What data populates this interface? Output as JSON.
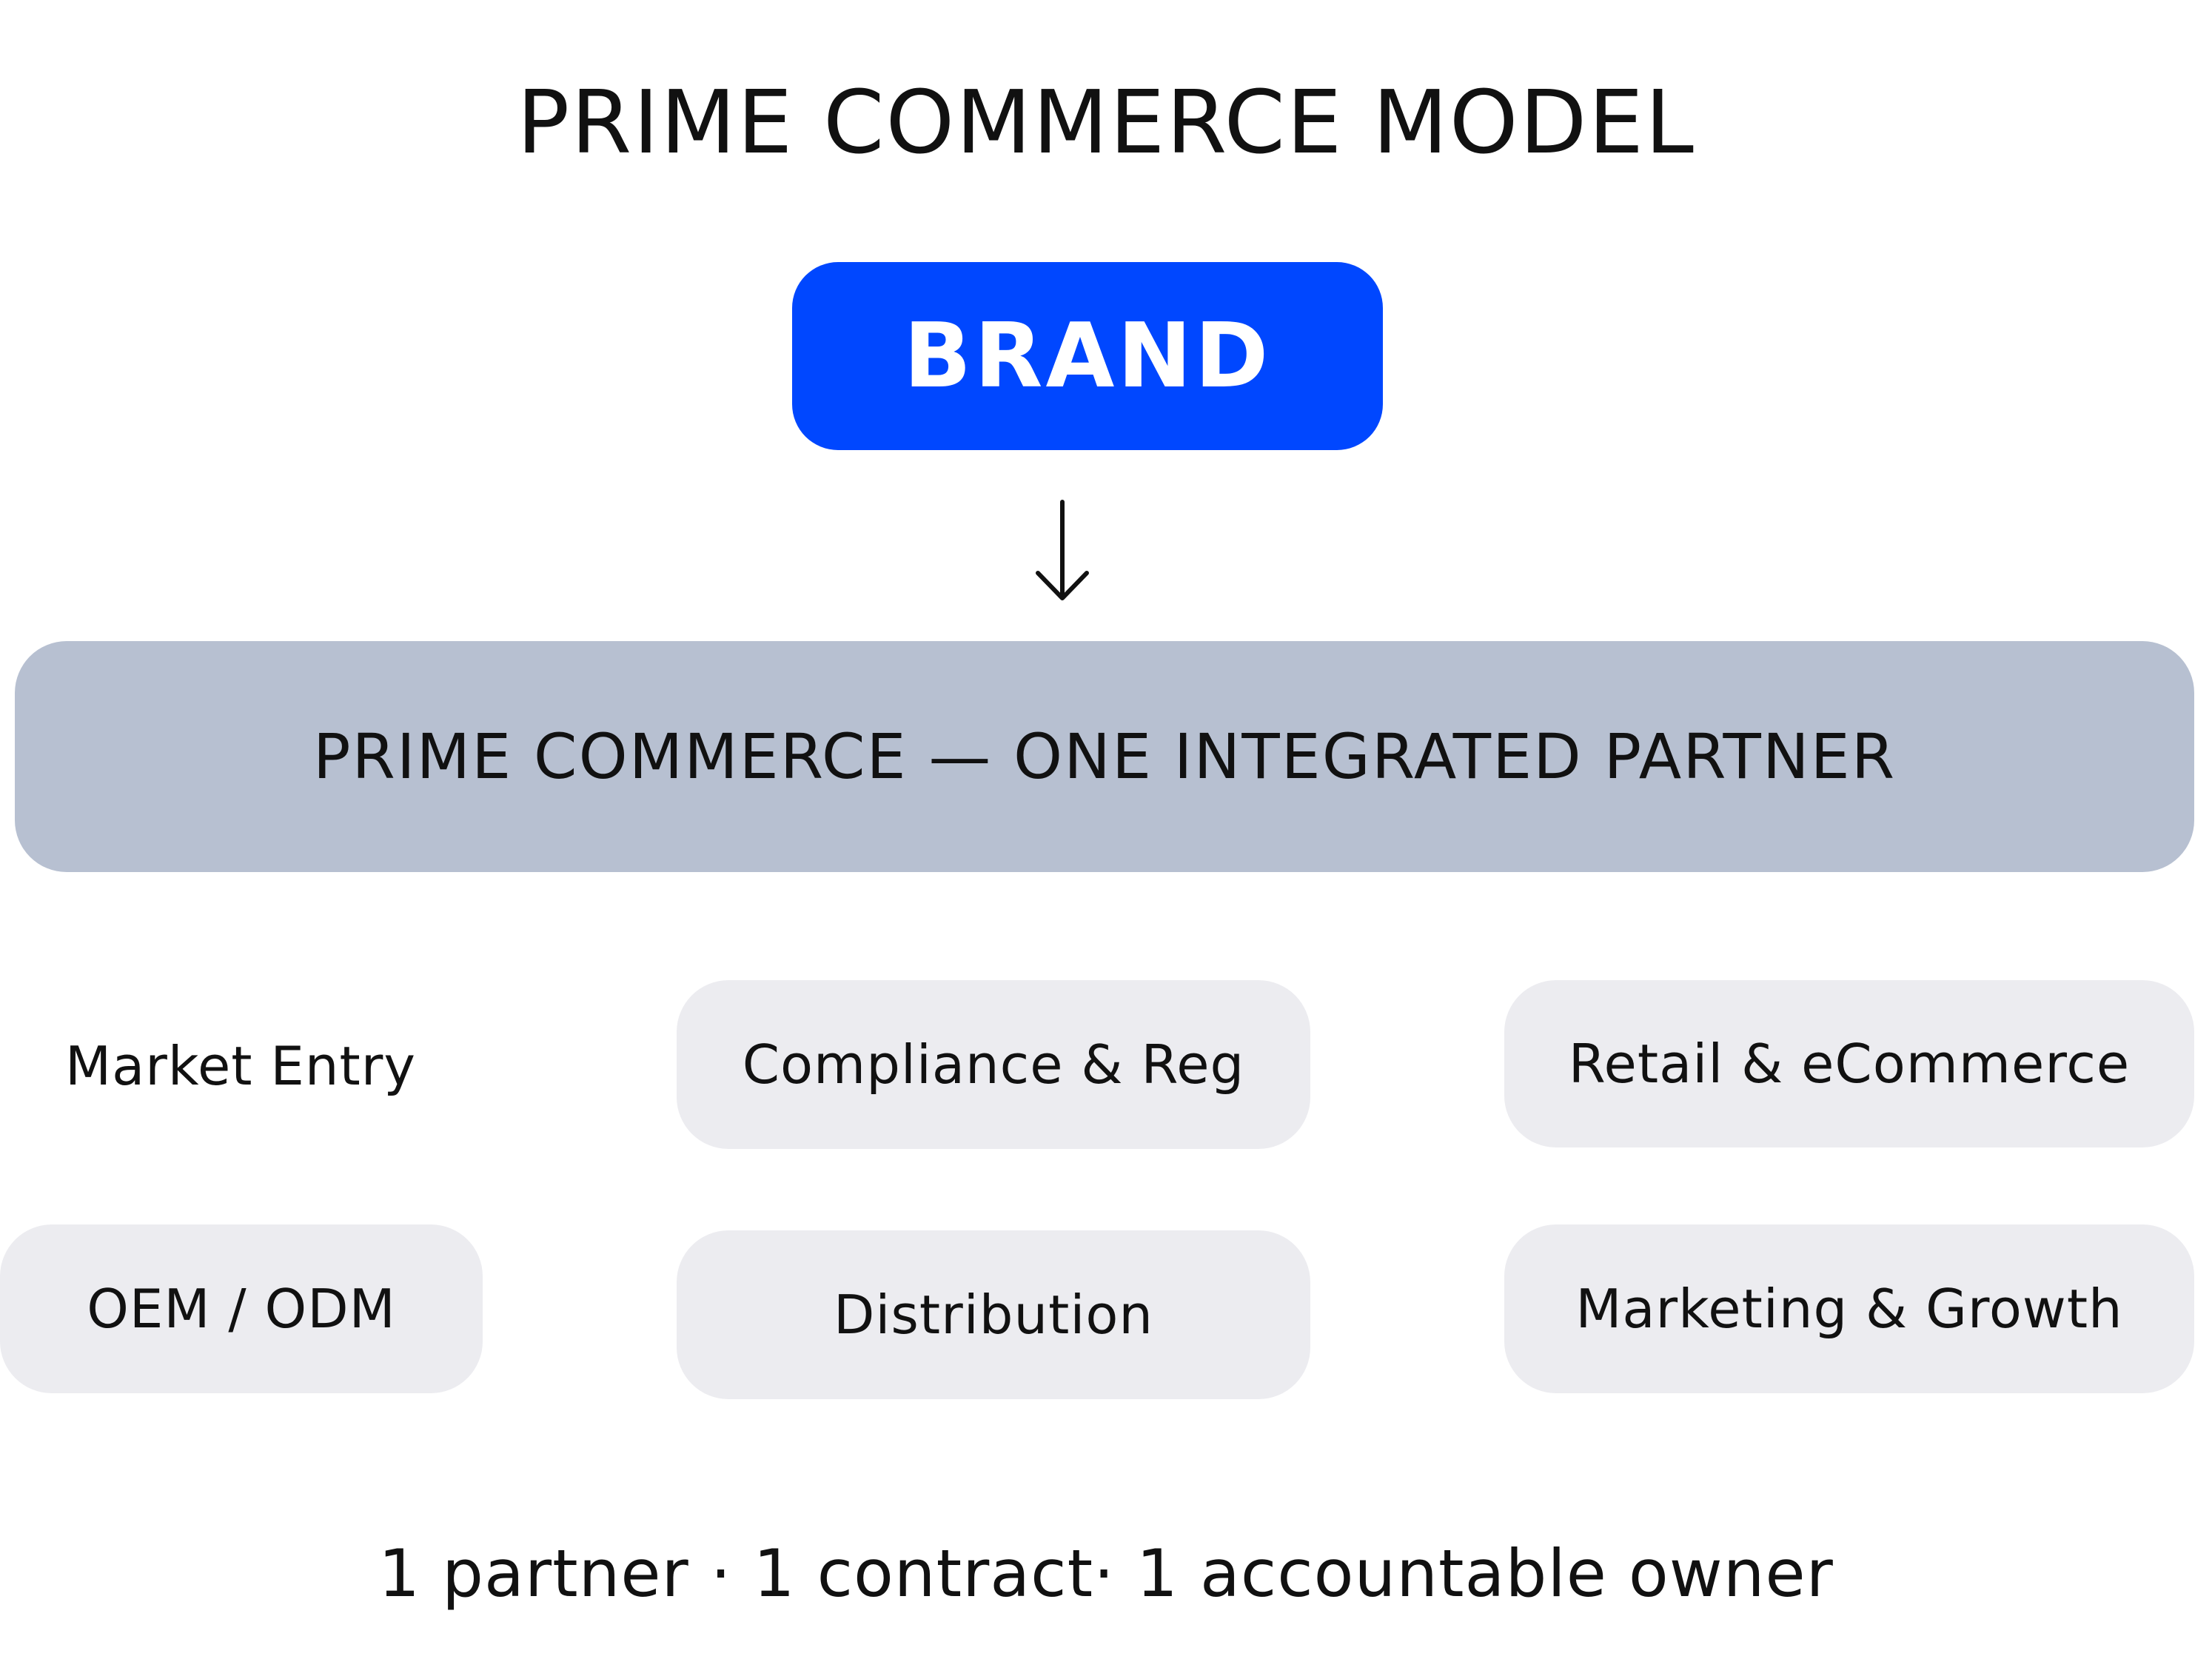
{
  "title": "PRIME COMMERCE MODEL",
  "brand": {
    "label": "BRAND",
    "color": "#0047FF"
  },
  "arrow_icon": "arrow-down-icon",
  "partner": {
    "label": "PRIME COMMERCE — ONE INTEGRATED PARTNER",
    "color": "#B7C0D1"
  },
  "services_color": "#ECECF0",
  "services": {
    "market_entry": "Market Entry",
    "compliance": "Compliance & Reg",
    "retail": "Retail & eCommerce",
    "oem": "OEM / ODM",
    "distribution": "Distribution",
    "marketing": "Marketing & Growth"
  },
  "footer": "1 partner · 1 contract· 1 accountable owner"
}
